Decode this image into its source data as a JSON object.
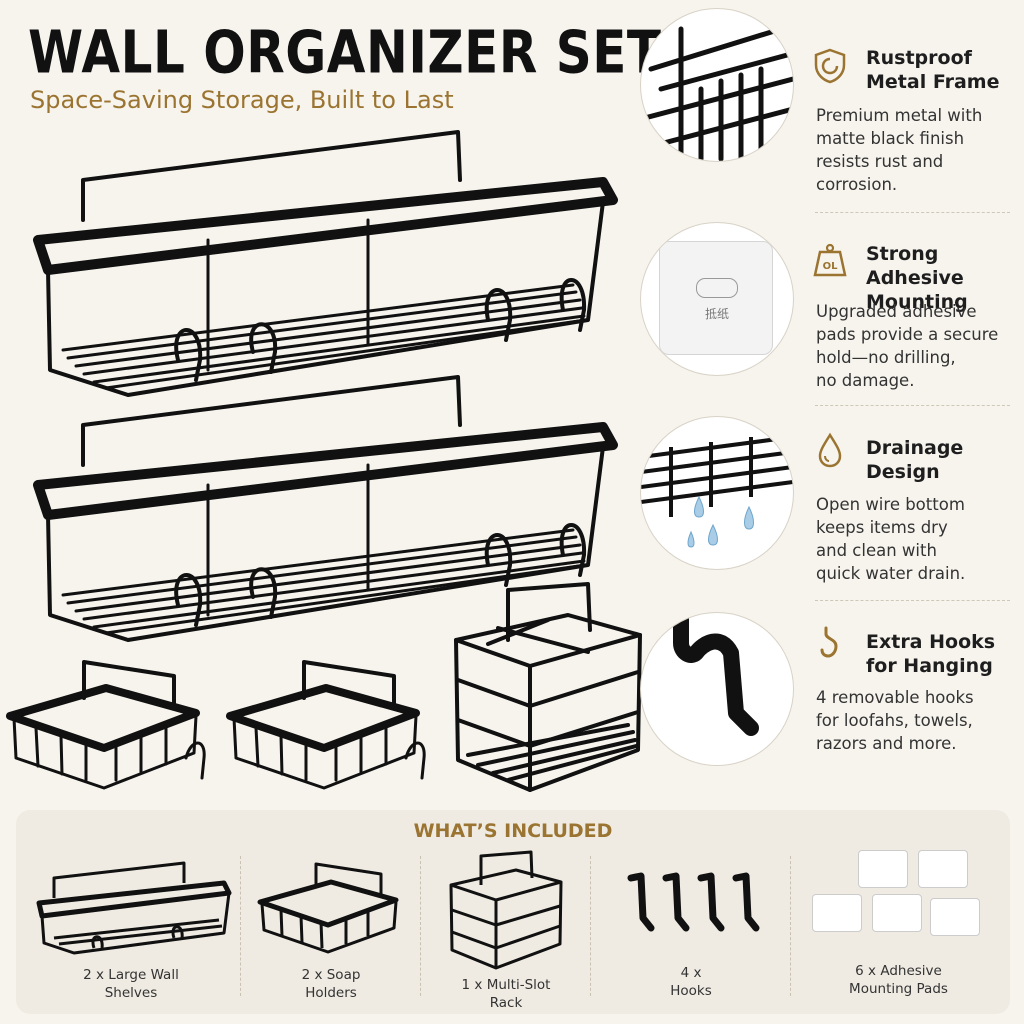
{
  "header": {
    "title": "WALL ORGANIZER SET",
    "subtitle": "Space-Saving Storage, Built to Last"
  },
  "features": [
    {
      "icon": "shield-icon",
      "title_line1": "Rustproof",
      "title_line2": "Metal Frame",
      "desc": [
        "Premium metal with",
        "matte black finish",
        "resists rust and",
        "corrosion."
      ]
    },
    {
      "icon": "weight-icon",
      "icon_text": "OL",
      "pad_text": "抵纸",
      "title_line1": "Strong Adhesive",
      "title_line2": "Mounting",
      "desc": [
        "Upgraded adhesive",
        "pads provide a secure",
        "hold—no drilling,",
        "no damage."
      ]
    },
    {
      "icon": "water-drop-icon",
      "title_line1": "Drainage",
      "title_line2": "Design",
      "desc": [
        "Open wire bottom",
        "keeps items dry",
        "and clean with",
        "quick water drain."
      ]
    },
    {
      "icon": "hook-icon",
      "title_line1": "Extra Hooks",
      "title_line2": "for Hanging",
      "desc": [
        "4 removable hooks",
        "for loofahs, towels,",
        "razors and more."
      ]
    }
  ],
  "included": {
    "title": "WHAT’S INCLUDED",
    "items": [
      {
        "line1": "2 x Large Wall",
        "line2": "Shelves"
      },
      {
        "line1": "2 x Soap",
        "line2": "Holders"
      },
      {
        "line1": "1 x Multi-Slot",
        "line2": "Rack"
      },
      {
        "line1": "4 x",
        "line2": "Hooks"
      },
      {
        "line1": "6 x Adhesive",
        "line2": "Mounting Pads"
      }
    ]
  },
  "colors": {
    "background": "#f7f4ee",
    "accent_gold": "#9a7430",
    "metal": "#111111"
  }
}
